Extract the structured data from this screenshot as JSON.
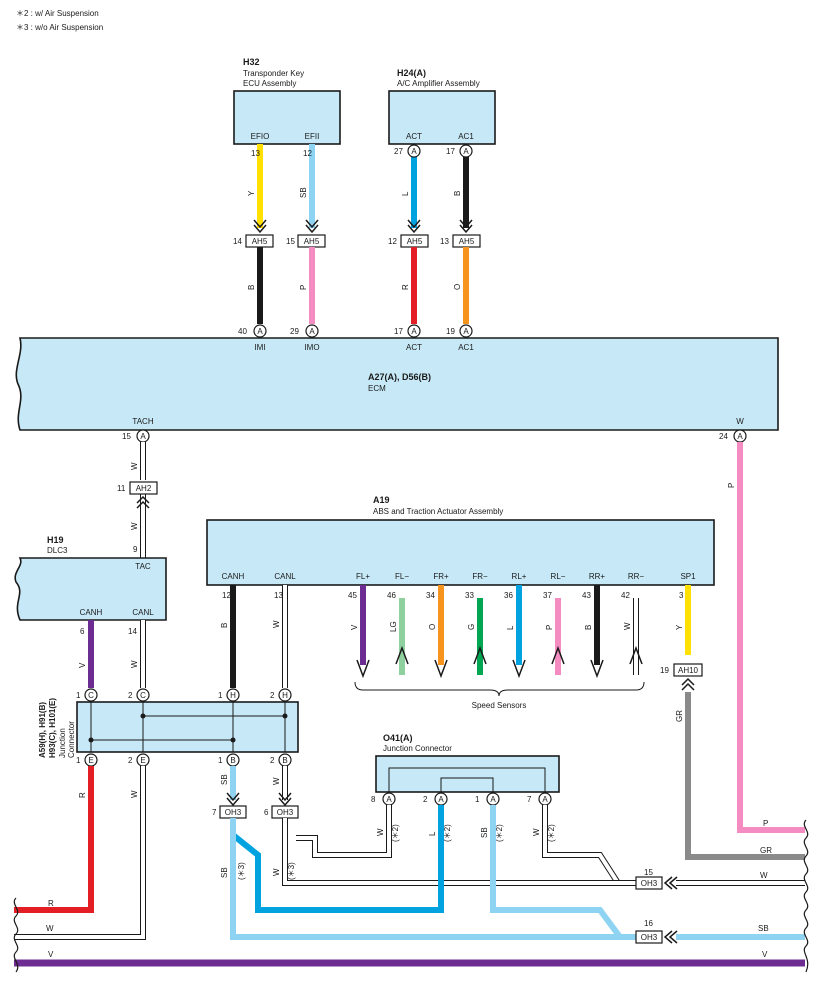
{
  "notes": [
    "＊2 : w/ Air Suspension",
    "＊3 : w/o Air Suspension"
  ],
  "components": {
    "h32": {
      "code": "H32",
      "name1": "Transponder Key",
      "name2": "ECU Assembly"
    },
    "h24": {
      "code": "H24(A)",
      "name": "A/C Amplifier Assembly"
    },
    "ecm": {
      "code": "A27(A), D56(B)",
      "name": "ECM"
    },
    "a19": {
      "code": "A19",
      "name": "ABS and Traction Actuator Assembly"
    },
    "h19": {
      "code": "H19",
      "name": "DLC3"
    },
    "jc1": {
      "code1": "A59(H), H91(B)",
      "code2": "H93(C), H101(E)",
      "name1": "Junction",
      "name2": "Connector"
    },
    "o41": {
      "code": "O41(A)",
      "name": "Junction Connector"
    }
  },
  "speed_sensors_label": "Speed Sensors",
  "pins": {
    "efio": "EFIO",
    "efii": "EFII",
    "act": "ACT",
    "ac1": "AC1",
    "imi": "IMI",
    "imo": "IMO",
    "act2": "ACT",
    "ac12": "AC1",
    "tach": "TACH",
    "w_pin": "W",
    "tac": "TAC",
    "canh": "CANH",
    "canl": "CANL",
    "canh2": "CANH",
    "canl2": "CANL",
    "flp": "FL+",
    "flm": "FL−",
    "frp": "FR+",
    "frm": "FR−",
    "rlp": "RL+",
    "rlm": "RL−",
    "rrp": "RR+",
    "rrm": "RR−",
    "sp1": "SP1"
  },
  "pin_numbers": {
    "n13a": "13",
    "n12a": "12",
    "n27": "27",
    "n17a": "17",
    "n14": "14",
    "n15": "15",
    "n12b": "12",
    "n13b": "13",
    "n40": "40",
    "n29": "29",
    "n17b": "17",
    "n19": "19",
    "n15b": "15",
    "n24": "24",
    "n11": "11",
    "n9": "9",
    "n6": "6",
    "n14b": "14",
    "n12c": "12",
    "n13c": "13",
    "n45": "45",
    "n46": "46",
    "n34": "34",
    "n33": "33",
    "n36": "36",
    "n37": "37",
    "n43": "43",
    "n42": "42",
    "n3": "3",
    "n19b": "19",
    "j1c": "1",
    "j2c": "2",
    "j1h": "1",
    "j2h": "2",
    "j1e": "1",
    "j2e": "2",
    "j1b": "1",
    "j2b": "2",
    "o8": "8",
    "o2": "2",
    "o1": "1",
    "o7": "7",
    "oh7": "7",
    "oh6": "6",
    "oh15": "15",
    "oh16": "16"
  },
  "connector_letters": {
    "a": "A",
    "c": "C",
    "h": "H",
    "e": "E",
    "b": "B"
  },
  "connector_tags": {
    "ah5a": "AH5",
    "ah5b": "AH5",
    "ah5c": "AH5",
    "ah5d": "AH5",
    "ah2": "AH2",
    "ah10": "AH10",
    "oh3a": "OH3",
    "oh3b": "OH3",
    "oh3c": "OH3",
    "oh3d": "OH3"
  },
  "wire_colors": {
    "y1": "Y",
    "sb1": "SB",
    "l1": "L",
    "b1": "B",
    "b2": "B",
    "p1": "P",
    "r1": "R",
    "o1": "O",
    "w1": "W",
    "w2": "W",
    "p2": "P",
    "v1": "V",
    "w3": "W",
    "b3": "B",
    "w4": "W",
    "v2": "V",
    "lg": "LG",
    "o2": "O",
    "g": "G",
    "l2": "L",
    "p3": "P",
    "b4": "B",
    "w5": "W",
    "y2": "Y",
    "gr1": "GR",
    "r2": "R",
    "w6": "W",
    "sb2": "SB",
    "w7": "W",
    "w8": "W",
    "l3": "L",
    "sb3": "SB",
    "w9": "W",
    "sb4": "SB",
    "w10": "W",
    "p4": "P",
    "gr2": "GR",
    "w11": "W",
    "sb5": "SB",
    "r3": "R",
    "w12": "W",
    "v3": "V",
    "v4": "V"
  },
  "marks": {
    "m2a": "(＊2)",
    "m2b": "(＊2)",
    "m2c": "(＊2)",
    "m2d": "(＊2)",
    "m3a": "(＊3)",
    "m3b": "(＊3)"
  },
  "colors": {
    "Y": "#ffe000",
    "SB": "#8fd3f3",
    "L": "#00a3e0",
    "B": "#1a1a1a",
    "P": "#f58cc1",
    "R": "#e31e24",
    "O": "#f7941d",
    "W": "#ffffff",
    "V": "#6d2c91",
    "LG": "#8fd19e",
    "G": "#00a651",
    "GR": "#8a8a8a"
  }
}
